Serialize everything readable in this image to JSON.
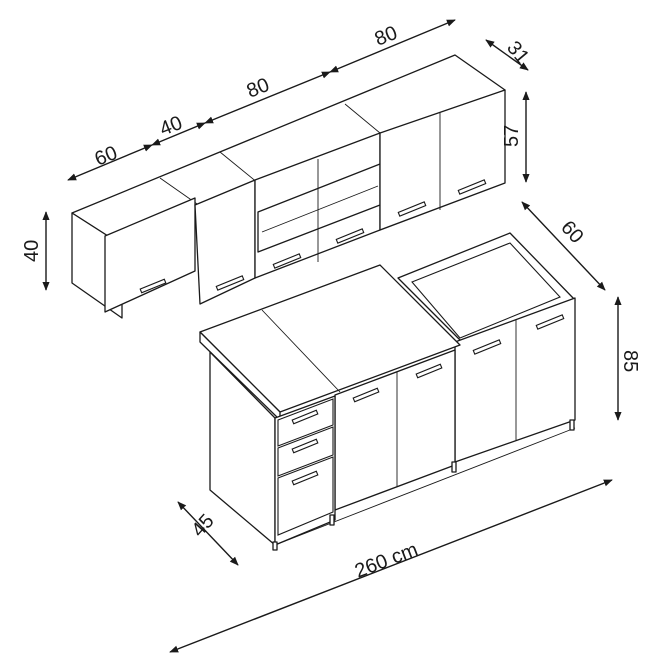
{
  "diagram": {
    "dimensions": {
      "upper_60": "60",
      "upper_40": "40",
      "upper_80_a": "80",
      "upper_80_b": "80",
      "upper_depth": "31",
      "upper_height": "57",
      "upper_left_height": "40",
      "lower_depth": "60",
      "lower_height": "85",
      "lower_side_depth": "45",
      "total_width": "260 cm"
    },
    "colors": {
      "line": "#1a1a1a",
      "fill": "#ffffff"
    }
  }
}
